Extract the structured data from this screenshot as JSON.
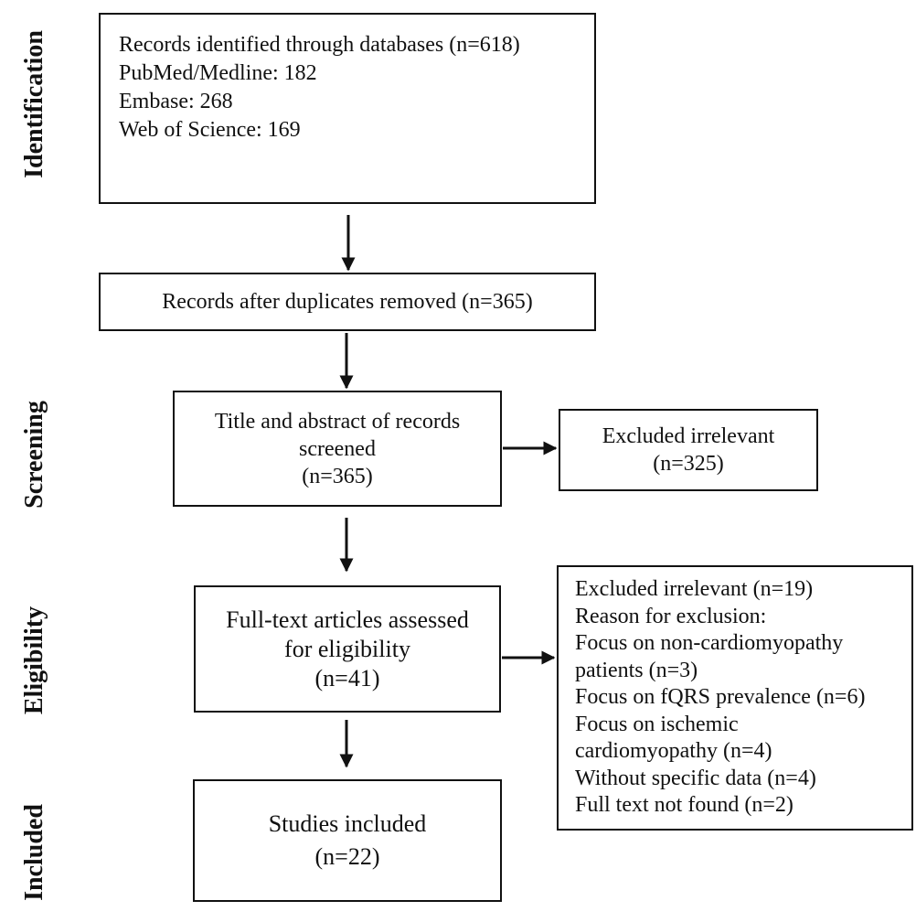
{
  "stages": {
    "identification": "Identification",
    "screening": "Screening",
    "eligibility": "Eligibility",
    "included": "Included"
  },
  "boxes": {
    "identified": {
      "lines": [
        "Records identified through databases (n=618)",
        "PubMed/Medline: 182",
        "Embase: 268",
        "Web of Science: 169"
      ]
    },
    "duplicates_removed": {
      "lines": [
        "Records after duplicates removed (n=365)"
      ]
    },
    "screened": {
      "lines": [
        "Title and abstract of records",
        "screened",
        "(n=365)"
      ]
    },
    "excluded_screening": {
      "lines": [
        "Excluded irrelevant",
        "(n=325)"
      ]
    },
    "fulltext": {
      "lines": [
        "Full-text articles assessed",
        "for eligibility",
        "(n=41)"
      ]
    },
    "excluded_eligibility": {
      "lines": [
        "Excluded irrelevant (n=19)",
        "Reason for exclusion:",
        "Focus on non-cardiomyopathy",
        "patients (n=3)",
        "Focus on fQRS prevalence (n=6)",
        "Focus on ischemic",
        "cardiomyopathy (n=4)",
        "Without specific data (n=4)",
        "Full text not found (n=2)"
      ]
    },
    "included": {
      "lines": [
        "Studies included",
        "(n=22)"
      ]
    }
  }
}
